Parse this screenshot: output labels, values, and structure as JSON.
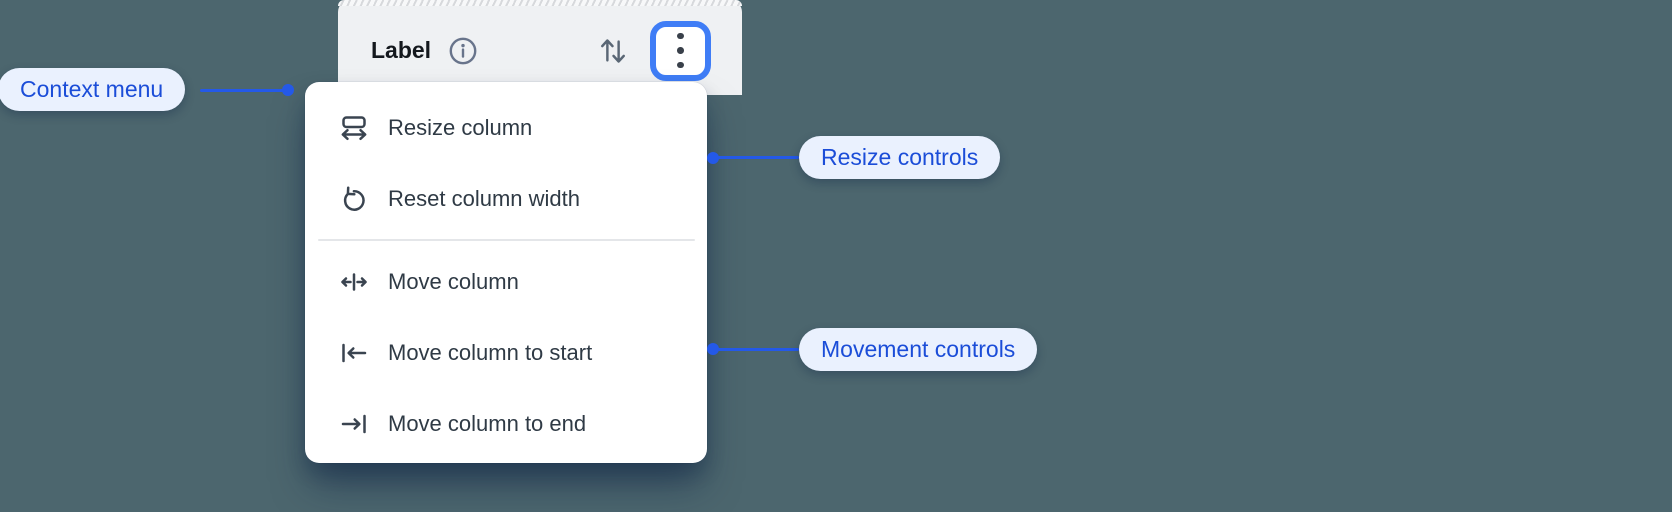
{
  "header": {
    "title": "Label",
    "info_icon": "info-icon",
    "sort_icon": "sort-arrows-icon",
    "more_icon": "vertical-ellipsis-icon",
    "more_button_state": "focused"
  },
  "menu": {
    "items": [
      {
        "label": "Resize column",
        "icon": "resize-column-icon"
      },
      {
        "label": "Reset column width",
        "icon": "reset-column-width-icon"
      },
      {
        "label": "Move column",
        "icon": "move-column-icon"
      },
      {
        "label": "Move column to start",
        "icon": "move-column-to-start-icon"
      },
      {
        "label": "Move column to end",
        "icon": "move-column-to-end-icon"
      }
    ],
    "divider_after_index": 1
  },
  "annotations": {
    "context_menu": "Context menu",
    "resize_controls": "Resize controls",
    "movement_controls": "Movement controls"
  },
  "colors": {
    "background": "#4C666E",
    "header_bg": "#EFF1F3",
    "menu_bg": "#FFFFFF",
    "menu_text": "#2F3A45",
    "focus_ring_blue": "#3F7DF6",
    "annotation_blue": "#2459E8",
    "pill_bg": "#EAF1FE",
    "pill_text": "#1B4DD8"
  }
}
